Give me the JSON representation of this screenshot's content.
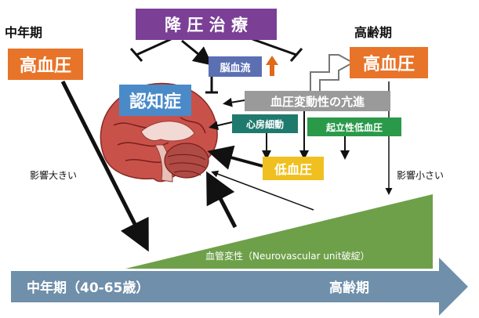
{
  "labels": {
    "middle_age": "中年期",
    "elderly": "高齢期",
    "influence_large": "影響大きい",
    "influence_small": "影響小さい"
  },
  "boxes": {
    "treatment": "降 圧 治 療",
    "hypertension_mid": "高血圧",
    "hypertension_old": "高血圧",
    "cerebral_blood_flow": "脳血流",
    "dementia": "認知症",
    "bp_variability": "血圧変動性の亢進",
    "atrial_fibrillation": "心房細動",
    "orthostatic_hypotension": "起立性低血圧",
    "hypotension": "低血圧"
  },
  "wedge_label": "血管変性（Neurovascular unit破綻）",
  "timeline": {
    "start_label": "中年期（40-65歳）",
    "end_label": "高齢期"
  },
  "colors": {
    "treatment": "#7b3f96",
    "hypertension": "#e8742a",
    "blood_flow": "#5b6fb3",
    "dementia": "#4a8ac9",
    "variability": "#9a9a9a",
    "af": "#1f7a6e",
    "orthostatic": "#2a9a4a",
    "hypotension": "#f0c020",
    "wedge": "#6ea04a",
    "timeline": "#6f8faa",
    "up_arrow": "#e06a1a"
  },
  "icons": {
    "brain": "brain-illustration",
    "up_arrow": "up-arrow-icon"
  }
}
